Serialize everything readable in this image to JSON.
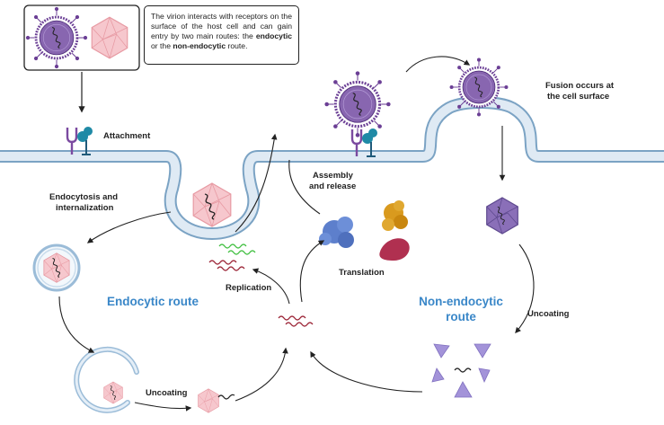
{
  "info_box": {
    "text_1": "The virion interacts with receptors on the surface of the host cell and can gain entry by two main routes: the ",
    "bold_1": "endocytic",
    "text_2": " or the ",
    "bold_2": "non-endocytic",
    "text_3": " route."
  },
  "labels": {
    "attachment": "Attachment",
    "endocytosis_line1": "Endocytosis and",
    "endocytosis_line2": "internalization",
    "assembly_line1": "Assembly",
    "assembly_line2": "and release",
    "fusion_line1": "Fusion occurs at",
    "fusion_line2": "the cell surface",
    "translation": "Translation",
    "replication": "Replication",
    "uncoating_left": "Uncoating",
    "uncoating_right": "Uncoating"
  },
  "routes": {
    "endocytic": "Endocytic route",
    "non_endocytic_line1": "Non-endocytic",
    "non_endocytic_line2": "route"
  },
  "colors": {
    "membrane": "#c9dcec",
    "membrane_edge": "#7ba3c4",
    "envelope": "#6b3f95",
    "capsid_pink": "#f6c7cd",
    "capsid_edge": "#e79aa3",
    "capsid_purple": "#8a6fb8",
    "rna_red": "#9b2335",
    "rna_green": "#3fbf3f",
    "protein_blue": "#5d7fcc",
    "protein_orange": "#d99a1e",
    "protein_crimson": "#b03050",
    "receptor_purple": "#7b4aa0",
    "receptor_teal": "#1f8aa6",
    "route_blue": "#3a87c8",
    "fragment_purple": "#a393d9"
  }
}
